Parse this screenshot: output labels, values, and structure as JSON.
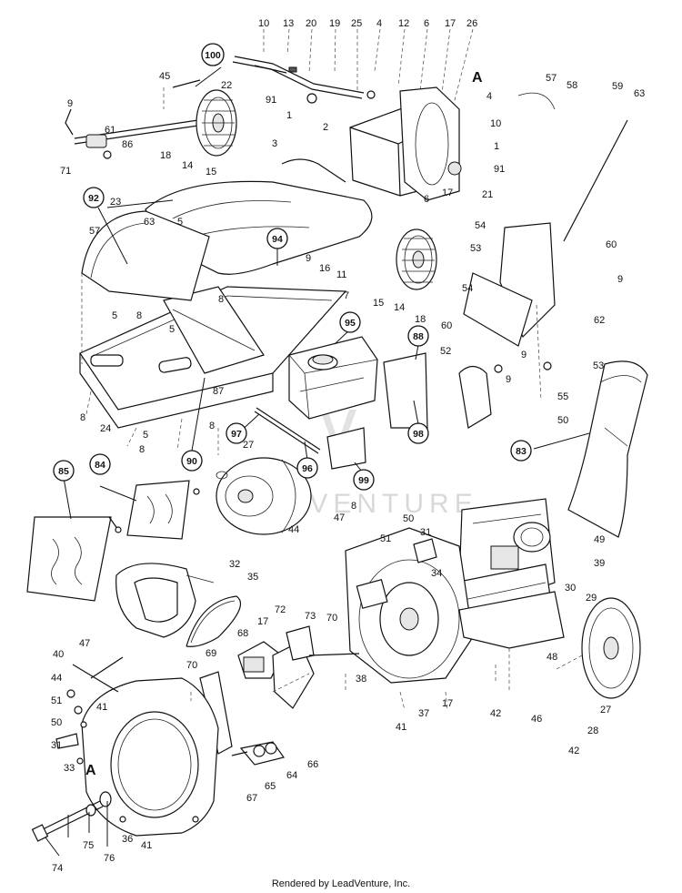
{
  "diagram": {
    "view_marker": "A",
    "watermark": "LEADVENTURE",
    "footer": "Rendered by LeadVenture, Inc.",
    "callouts": [
      "100",
      "92",
      "94",
      "95",
      "88",
      "97",
      "96",
      "98",
      "99",
      "90",
      "83",
      "84",
      "85"
    ],
    "part_numbers": [
      "10",
      "13",
      "20",
      "19",
      "25",
      "4",
      "12",
      "6",
      "17",
      "26",
      "45",
      "22",
      "91",
      "1",
      "2",
      "4",
      "10",
      "1",
      "91",
      "6",
      "17",
      "21",
      "54",
      "53",
      "9",
      "61",
      "86",
      "71",
      "18",
      "14",
      "15",
      "3",
      "23",
      "63",
      "5",
      "57",
      "5",
      "8",
      "8",
      "5",
      "9",
      "16",
      "11",
      "7",
      "15",
      "14",
      "18",
      "57",
      "58",
      "59",
      "63",
      "60",
      "9",
      "62",
      "54",
      "60",
      "52",
      "9",
      "9",
      "55",
      "50",
      "53",
      "87",
      "24",
      "8",
      "5",
      "8",
      "8",
      "27",
      "8",
      "47",
      "44",
      "51",
      "50",
      "31",
      "34",
      "49",
      "39",
      "30",
      "29",
      "32",
      "35",
      "72",
      "73",
      "70",
      "17",
      "68",
      "70",
      "69",
      "38",
      "48",
      "46",
      "27",
      "28",
      "42",
      "40",
      "44",
      "51",
      "50",
      "31",
      "33",
      "47",
      "41",
      "37",
      "17",
      "41",
      "42",
      "65",
      "64",
      "66",
      "67",
      "74",
      "75",
      "76",
      "36",
      "41"
    ]
  }
}
